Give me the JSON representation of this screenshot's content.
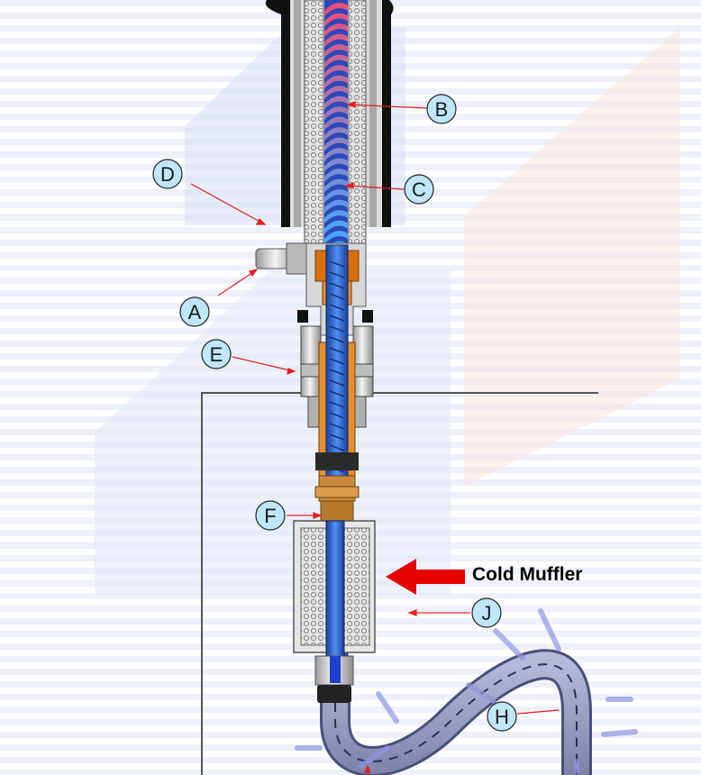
{
  "diagram": {
    "title": "Cold Muffler",
    "callouts": {
      "A": "A",
      "B": "B",
      "C": "C",
      "D": "D",
      "E": "E",
      "F": "F",
      "H": "H",
      "J": "J"
    },
    "colors": {
      "stripe": "#eef1fb",
      "callout_fill": "#bfe6fb",
      "callout_stroke": "#222222",
      "leader_line": "#e02020",
      "arrow": "#e60000",
      "outer_jacket": "#111111",
      "insulation": "#d9d9d9",
      "fitting_orange": "#d9700e",
      "fitting_bronze": "#c88a3a",
      "inner_tube": "#2a6fd6",
      "hose": "#8d93b8",
      "panel_line": "#555555"
    }
  }
}
